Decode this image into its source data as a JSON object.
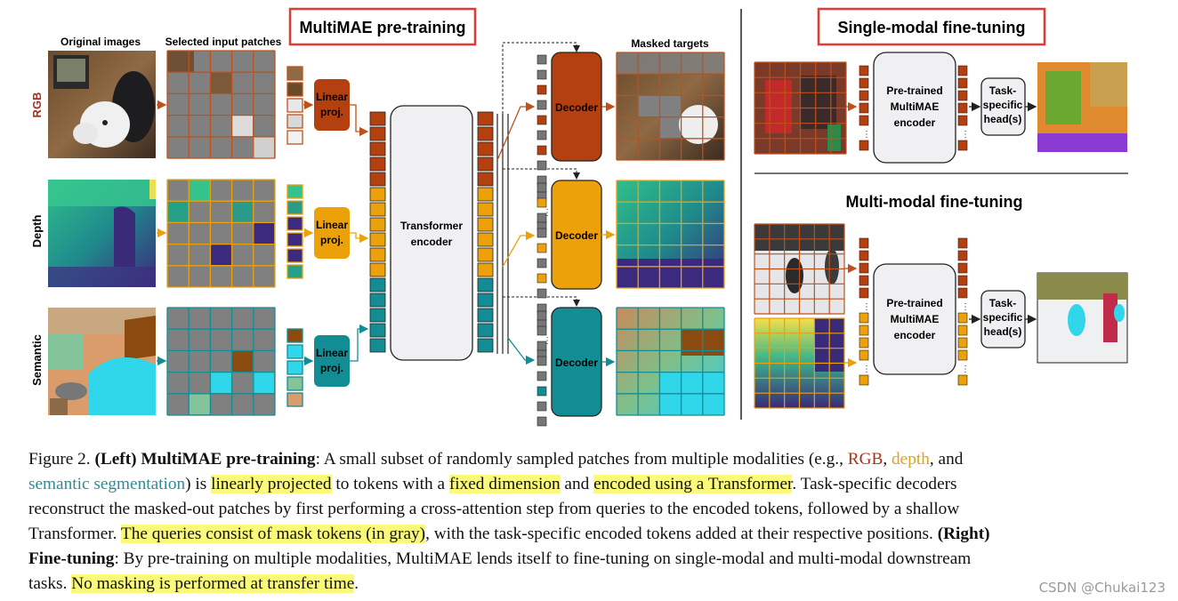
{
  "figure": {
    "title_pretraining": "MultiMAE pre-training",
    "title_single": "Single-modal fine-tuning",
    "title_multi": "Multi-modal fine-tuning",
    "col_original": "Original images",
    "col_selected": "Selected input patches",
    "col_masked": "Masked targets",
    "row_rgb": "RGB",
    "row_depth": "Depth",
    "row_semantic": "Semantic",
    "linear_proj_line1": "Linear",
    "linear_proj_line2": "proj.",
    "transformer_line1": "Transformer",
    "transformer_line2": "encoder",
    "decoder": "Decoder",
    "pretrained_line1": "Pre-trained",
    "pretrained_line2": "MultiMAE",
    "pretrained_line3": "encoder",
    "head_line1": "Task-",
    "head_line2": "specific",
    "head_line3": "head(s)",
    "colors": {
      "rgb": "#b5400f",
      "depth": "#eca10a",
      "semantic": "#138d94",
      "mask": "#777777",
      "title_box": "#e03c31"
    }
  },
  "caption": {
    "l1_a": "Figure 2. ",
    "l1_b": "(Left) MultiMAE pre-training",
    "l1_c": ": A small subset of randomly sampled patches from multiple modalities (e.g., ",
    "l1_rgb": "RGB",
    "l1_d": ", ",
    "l1_depth": "depth",
    "l1_e": ", and",
    "l2_sem": "semantic segmentation",
    "l2_a": ") is ",
    "l2_hl1": "linearly projected",
    "l2_b": " to tokens with a ",
    "l2_hl2": "fixed dimension",
    "l2_c": " and ",
    "l2_hl3": "encoded using a Transformer",
    "l2_d": ". Task-specific decoders",
    "l3": "reconstruct the masked-out patches by first performing a cross-attention step from queries to the encoded tokens, followed by a shallow",
    "l4_a": "Transformer. ",
    "l4_hl": "The queries consist of mask tokens (in gray)",
    "l4_b": ", with the task-specific encoded tokens added at their respective positions. ",
    "l4_c": "(Right)",
    "l5_a": "Fine-tuning",
    "l5_b": ": By pre-training on multiple modalities, MultiMAE lends itself to fine-tuning on single-modal and multi-modal downstream",
    "l6_a": "tasks. ",
    "l6_hl": "No masking is performed at transfer time",
    "l6_b": "."
  },
  "watermark": "CSDN @Chukai123"
}
